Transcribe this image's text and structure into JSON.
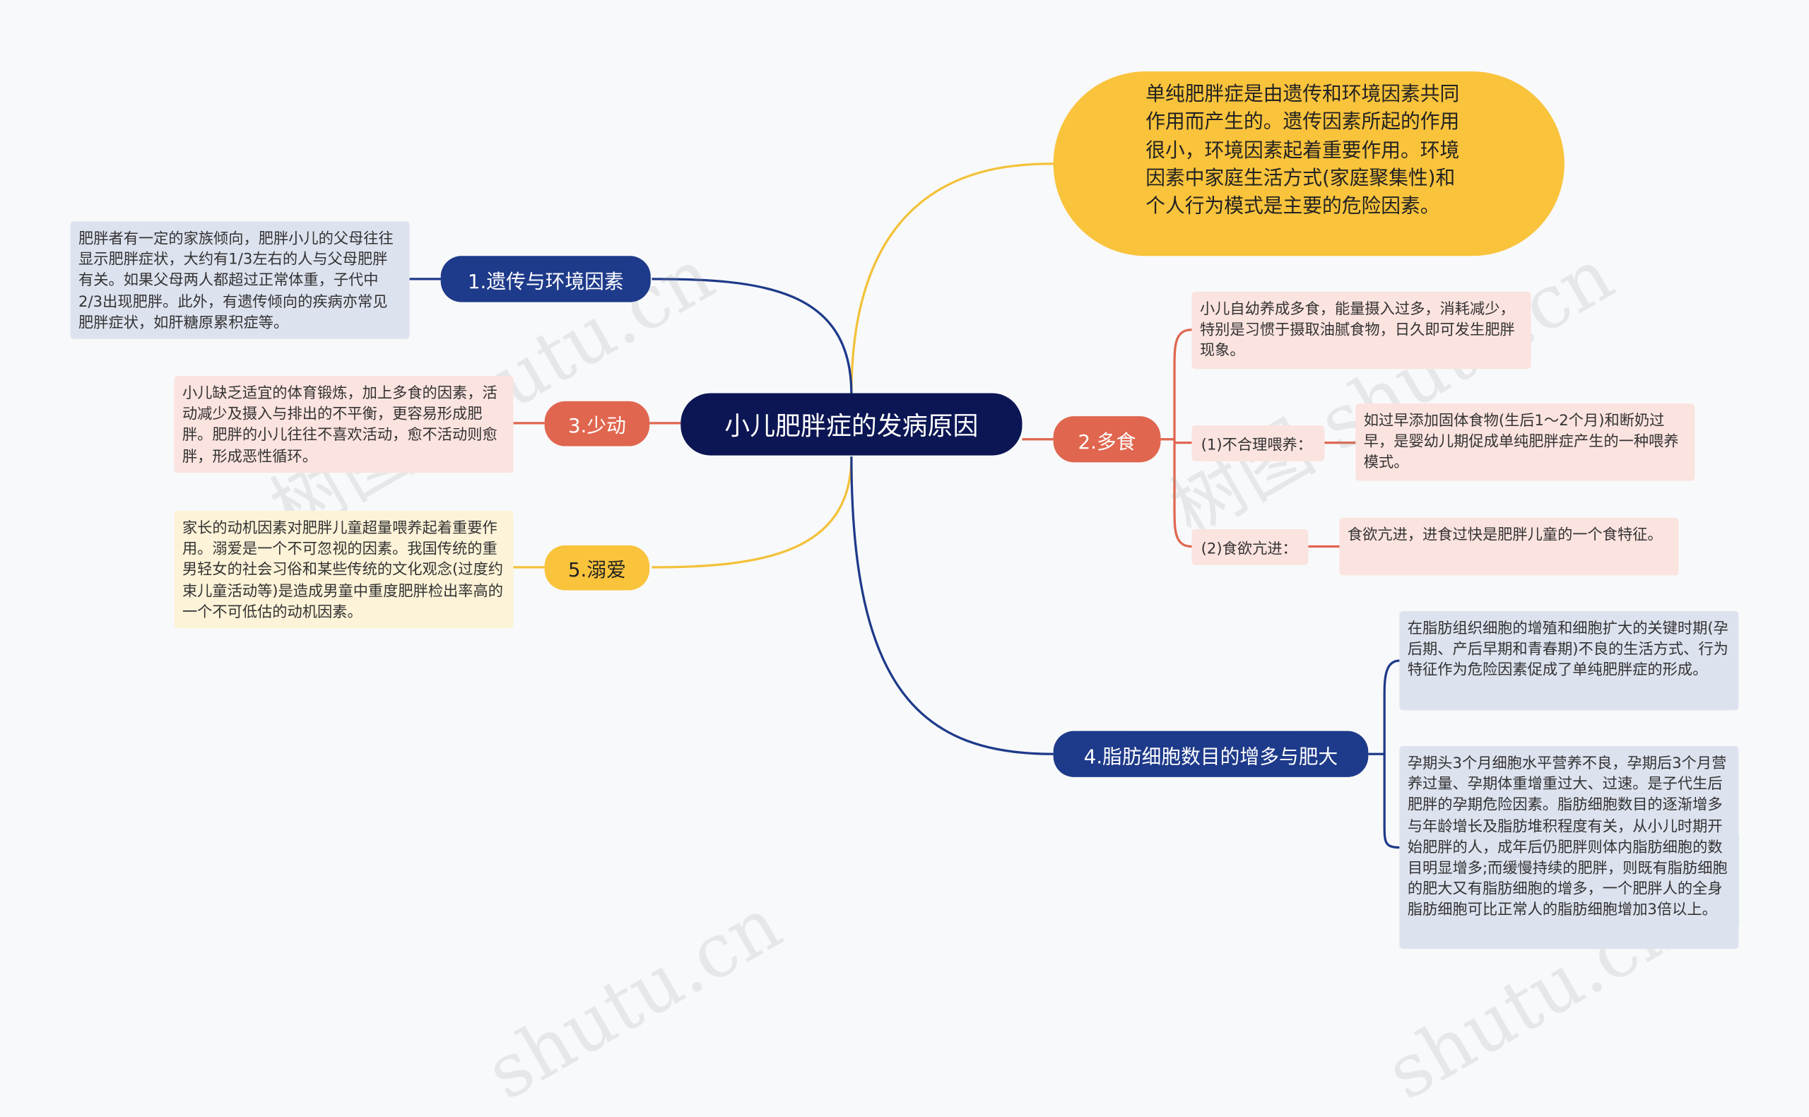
{
  "center": "小儿肥胖症的发病原因",
  "top_note": "单纯肥胖症是由遗传和环境因素共同作用而产生的。遗传因素所起的作用很小，环境因素起着重要作用。环境因素中家庭生活方式(家庭聚集性)和个人行为模式是主要的危险因素。",
  "branches": {
    "b1": {
      "label": "1.遗传与环境因素",
      "note": "肥胖者有一定的家族倾向，肥胖小儿的父母往往显示肥胖症状，大约有1/3左右的人与父母肥胖有关。如果父母两人都超过正常体重，子代中2/3出现肥胖。此外，有遗传倾向的疾病亦常见肥胖症状，如肝糖原累积症等。"
    },
    "b3": {
      "label": "3.少动",
      "note": "小儿缺乏适宜的体育锻炼，加上多食的因素，活动减少及摄入与排出的不平衡，更容易形成肥胖。肥胖的小儿往往不喜欢活动，愈不活动则愈胖，形成恶性循环。"
    },
    "b5": {
      "label": "5.溺爱",
      "note": "家长的动机因素对肥胖儿童超量喂养起着重要作用。溺爱是一个不可忽视的因素。我国传统的重男轻女的社会习俗和某些传统的文化观念(过度约束儿童活动等)是造成男童中重度肥胖检出率高的一个不可低估的动机因素。"
    },
    "b2": {
      "label": "2.多食",
      "note": "小儿自幼养成多食，能量摄入过多，消耗减少，特别是习惯于摄取油腻食物，日久即可发生肥胖现象。",
      "sub1": {
        "label": "(1)不合理喂养：",
        "note": "如过早添加固体食物(生后1～2个月)和断奶过早，是婴幼儿期促成单纯肥胖症产生的一种喂养模式。"
      },
      "sub2": {
        "label": "(2)食欲亢进：",
        "note": "食欲亢进，进食过快是肥胖儿童的一个食特征。"
      }
    },
    "b4": {
      "label": "4.脂肪细胞数目的增多与肥大",
      "note1": "在脂肪组织细胞的增殖和细胞扩大的关键时期(孕后期、产后早期和青春期)不良的生活方式、行为特征作为危险因素促成了单纯肥胖症的形成。",
      "note2": "孕期头3个月细胞水平营养不良，孕期后3个月营养过量、孕期体重增重过大、过速。是子代生后肥胖的孕期危险因素。脂肪细胞数目的逐渐增多与年龄增长及脂肪堆积程度有关，从小儿时期开始肥胖的人，成年后仍肥胖则体内脂肪细胞的数目明显增多;而缓慢持续的肥胖，则既有脂肪细胞的肥大又有脂肪细胞的增多，一个肥胖人的全身脂肪细胞可比正常人的脂肪细胞增加3倍以上。"
    }
  },
  "watermarks": [
    "树图 shutu.cn",
    "树图 shutu.cn",
    "shutu.cn",
    "shutu.cn"
  ],
  "colors": {
    "navy": "#0c1654",
    "blue": "#1e3a8a",
    "red": "#e0664f",
    "yellow": "#f9c33c",
    "blue_note": "#dde2ef",
    "red_note": "#fbe3df",
    "yellow_note": "#fdf3d8"
  }
}
